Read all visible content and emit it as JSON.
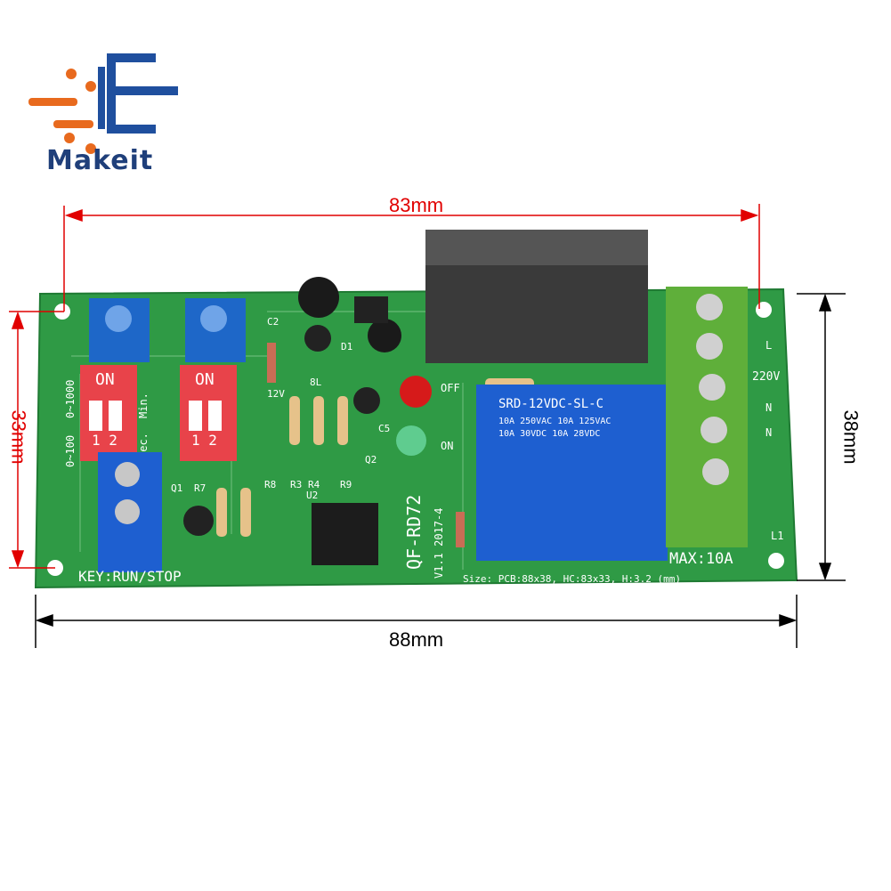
{
  "brand": {
    "name": "Makeit",
    "logo_icon": "makeit-circuit-e-logo-icon"
  },
  "dimensions": {
    "top_width": "83mm",
    "bottom_width": "88mm",
    "left_height": "33mm",
    "right_height": "38mm"
  },
  "board": {
    "model": "QF-RD72",
    "version": "V1.1 2017-4",
    "key_label": "KEY:RUN/STOP",
    "max_current": "MAX:10A",
    "size_note": "Size: PCB:88x38, HC:83x33, H:3.2 (mm)",
    "relay_lines": [
      "SRD-12VDC-SL-C",
      "10A 250VAC 10A 125VAC",
      "10A 30VDC 10A 28VDC"
    ],
    "dip_on": "ON",
    "dip_numbers": "1 2",
    "range_labels": [
      "0~1000",
      "0~100",
      "Min.",
      "Sec."
    ],
    "terminal_labels": [
      "L",
      "220V",
      "N",
      "N",
      "L1"
    ],
    "indicator_labels": [
      "OFF",
      "ON"
    ],
    "component_labels": [
      "C2",
      "D1",
      "12V",
      "8L",
      "Q1",
      "R7",
      "R8",
      "R3",
      "R4",
      "R9",
      "U2",
      "Q2",
      "C5"
    ],
    "colors": {
      "pcb_green": "#2f9a45",
      "relay_blue": "#1e5fd0",
      "terminal_green": "#5faf3a",
      "dip_red": "#e8434a",
      "dimension_red": "#e10000"
    }
  }
}
